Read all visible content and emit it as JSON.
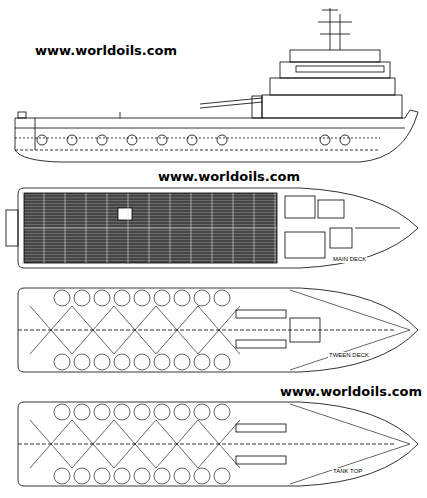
{
  "diagram": {
    "labels": [
      "www.worldoils.com",
      "www.worldoils.com",
      "MAIN DECK",
      "TWEEN DECK",
      "www.worldoils.com",
      "TANK TOP"
    ]
  }
}
